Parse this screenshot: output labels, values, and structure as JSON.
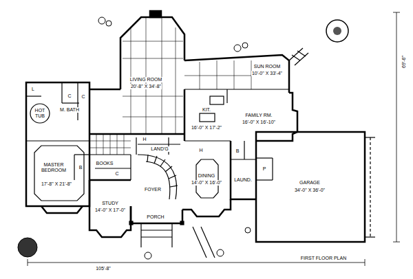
{
  "diagram": {
    "labels": [
      "LIVING ROOM",
      "20'-8\" X 34'-8\"",
      "SUN ROOM",
      "10'-0\" X 33'-4\"",
      "KIT.",
      "16'-0\" X 17'-2\"",
      "FAMILY RM.",
      "16'-0\" X 16'-10\"",
      "L",
      "C",
      "C",
      "HOT TUB",
      "M. BATH",
      "MASTER BEDROOM",
      "17'-8\" X 21'-8\"",
      "B",
      "BOOKS",
      "C",
      "STUDY",
      "14'-0\" X 17'-0\"",
      "H",
      "LAND'G",
      "FOYER",
      "H",
      "DINING",
      "14'-0\" X 16'-0\"",
      "B",
      "P",
      "LAUND.",
      "GARAGE",
      "34'-0\" X 36'-0\"",
      "PORCH",
      "FIRST FLOOR PLAN",
      "105'-8\"",
      "69'-6\""
    ]
  }
}
